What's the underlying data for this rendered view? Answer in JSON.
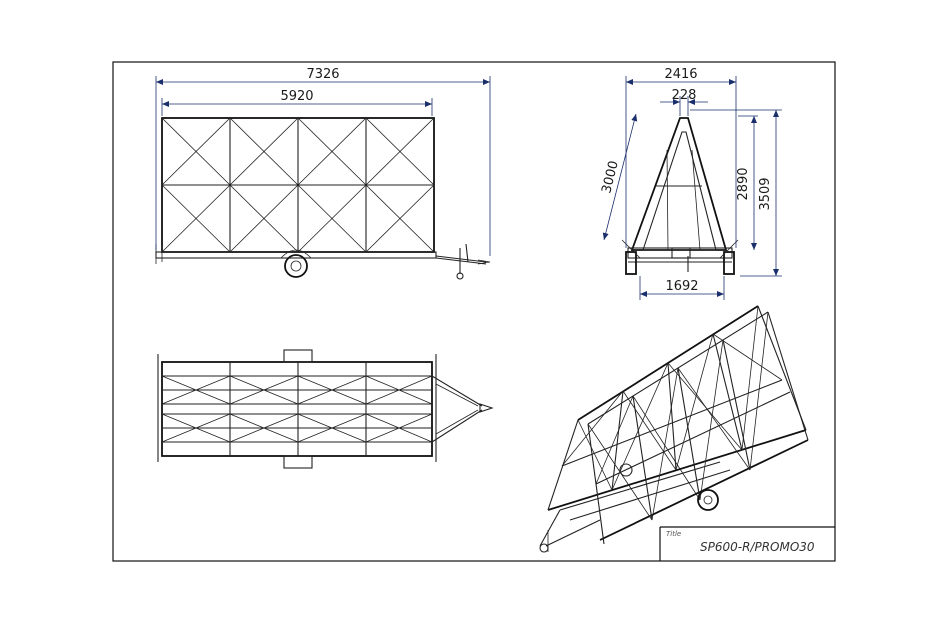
{
  "dimensions": {
    "side_overall_length": "7326",
    "side_frame_length": "5920",
    "front_overall_width": "2416",
    "front_apex_width": "228",
    "front_wheel_track": "1692",
    "front_slant_height": "3000",
    "front_frame_height": "2890",
    "front_overall_height": "3509"
  },
  "title_block": {
    "caption": "Title",
    "drawing_title": "SP600-R/PROMO30"
  },
  "colors": {
    "line": "#222222",
    "dimension": "#1a2f6b",
    "background": "#ffffff"
  }
}
